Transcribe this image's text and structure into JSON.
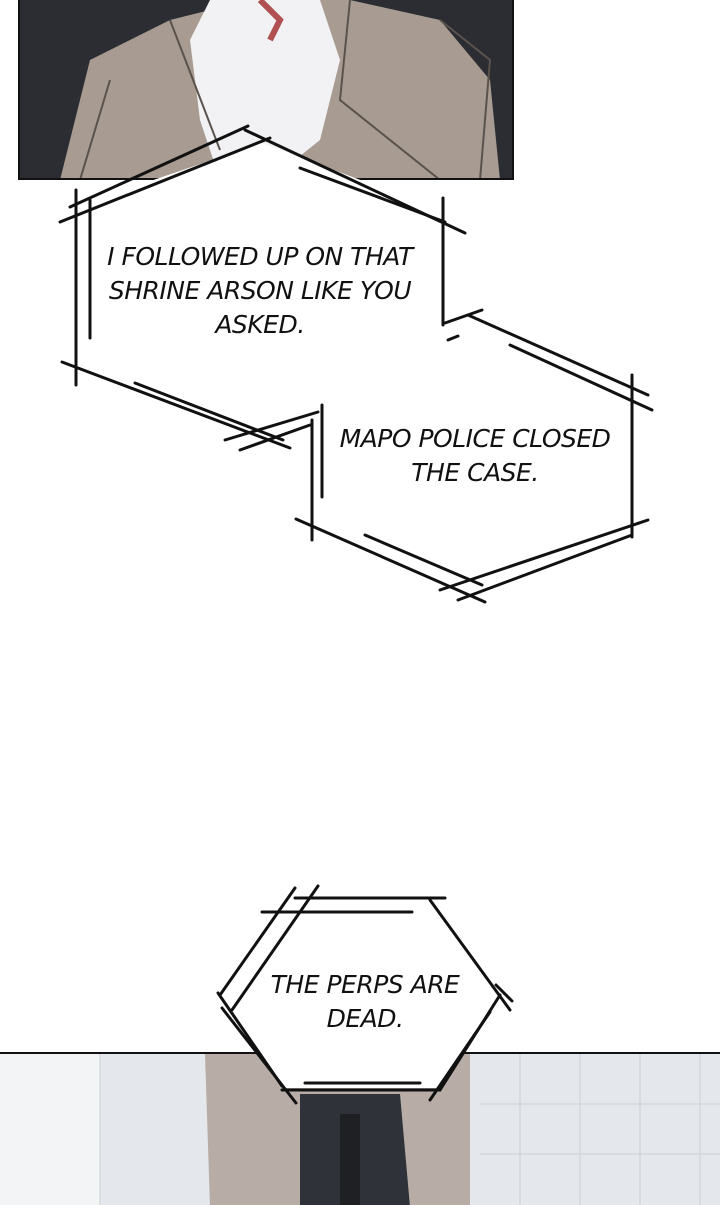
{
  "captions": {
    "shrine_report": "I FOLLOWED UP ON THAT SHRINE ARSON LIKE YOU ASKED.",
    "case_closed": "MAPO POLICE CLOSED THE CASE.",
    "perps_dead": "THE PERPS ARE DEAD."
  },
  "colors": {
    "ink": "#111111",
    "page": "#ffffff",
    "top_panel_bg": "#2b2d33",
    "jacket": "#a89c92",
    "shirt": "#f2f2f4",
    "bottom_panel_bg": "#e4e7ec"
  }
}
